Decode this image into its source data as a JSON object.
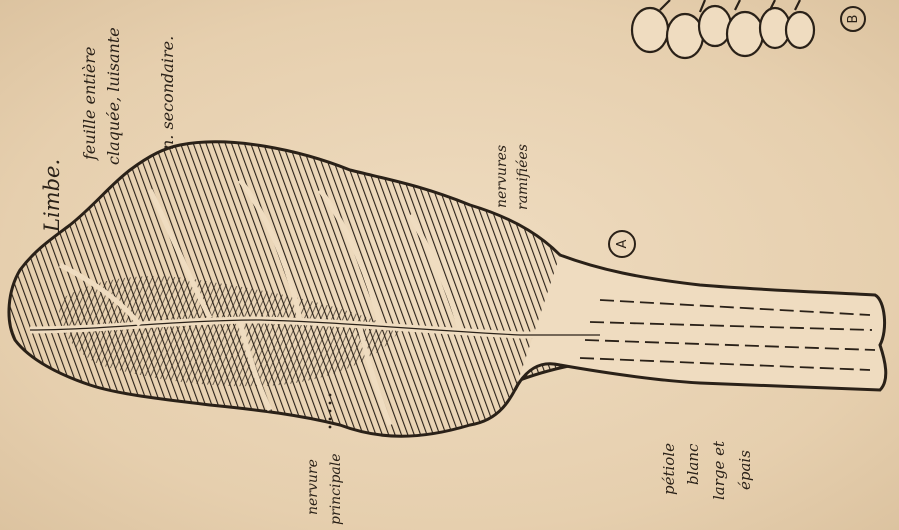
{
  "labels": {
    "limbe": "Limbe.",
    "feuille_line1": "feuille entière",
    "feuille_line2": "claquée, luisante",
    "nervure_secondaire": "n. secondaire.",
    "nervures_ramifiees_line1": "nervures",
    "nervures_ramifiees_line2": "ramifiées",
    "nervure_principale_line1": "nervure",
    "nervure_principale_line2": "principale",
    "petiole_line1": "pétiole",
    "petiole_line2": "blanc",
    "petiole_line3": "large et",
    "petiole_line4": "épais",
    "figure_a": "A",
    "figure_b": "B"
  },
  "colors": {
    "ink": "#2a2118",
    "paper": "#e9d3b4"
  }
}
